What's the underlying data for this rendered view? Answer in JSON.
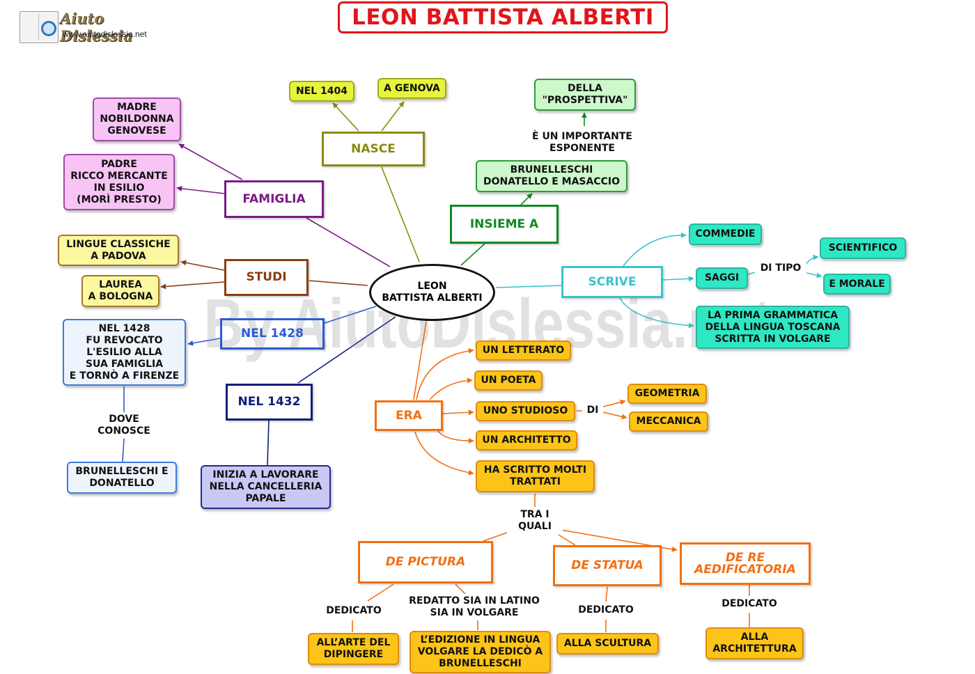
{
  "title": "LEON BATTISTA ALBERTI",
  "logo": {
    "name": "Aiuto Dislessia",
    "url": "www.aiutodislessia.net"
  },
  "watermark": "By AiutoDislessia.net",
  "center": "LEON\nBATTISTA ALBERTI",
  "nasce": {
    "label": "NASCE",
    "year": "NEL 1404",
    "place": "A GENOVA"
  },
  "famiglia": {
    "label": "FAMIGLIA",
    "madre": "MADRE\nNOBILDONNA\nGENOVESE",
    "padre": "PADRE\nRICCO MERCANTE\nIN ESILIO\n(MORÌ PRESTO)"
  },
  "studi": {
    "label": "STUDI",
    "lingue": "LINGUE CLASSICHE\nA PADOVA",
    "laurea": "LAUREA\nA BOLOGNA"
  },
  "nel1428": {
    "label": "NEL 1428",
    "desc": "NEL 1428\nFU REVOCATO\nL'ESILIO ALLA\nSUA FAMIGLIA\nE TORNÒ A FIRENZE",
    "link": "DOVE\nCONOSCE",
    "who": "BRUNELLESCHI E\nDONATELLO"
  },
  "nel1432": {
    "label": "NEL  1432",
    "desc": "INIZIA A LAVORARE\nNELLA CANCELLERIA\nPAPALE"
  },
  "insieme": {
    "label": "INSIEME A",
    "who": "BRUNELLESCHI\nDONATELLO E MASACCIO",
    "link": "È UN IMPORTANTE\nESPONENTE",
    "prospettiva": "DELLA\n\"PROSPETTIVA\""
  },
  "scrive": {
    "label": "SCRIVE",
    "commedie": "COMMEDIE",
    "saggi": "SAGGI",
    "di_tipo": "DI TIPO",
    "scientifico": "SCIENTIFICO",
    "morale": "E MORALE",
    "grammatica": "LA PRIMA GRAMMATICA\nDELLA LINGUA TOSCANA\nSCRITTA IN  VOLGARE"
  },
  "era": {
    "label": "ERA",
    "letterato": "UN LETTERATO",
    "poeta": "UN POETA",
    "studioso": "UNO STUDIOSO",
    "di": "DI",
    "geometria": "GEOMETRIA",
    "meccanica": "MECCANICA",
    "architetto": "UN ARCHITETTO",
    "trattati": "HA SCRITTO MOLTI\nTRATTATI",
    "tra_i_quali": "TRA I\nQUALI"
  },
  "trattati": {
    "pictura": "DE PICTURA",
    "statua": "DE STATUA",
    "aedificatoria": "DE RE\nAEDIFICATORIA",
    "dedicato1": "DEDICATO",
    "redatto": "REDATTO SIA IN LATINO\nSIA IN VOLGARE",
    "dedicato2": "DEDICATO",
    "dedicato3": "DEDICATO",
    "arte": "ALL’ARTE DEL\nDIPINGERE",
    "edizione": "L’EDIZIONE IN LINGUA\nVOLGARE LA DEDICÒ A\nBRUNELLESCHI",
    "scultura": "ALLA SCULTURA",
    "architettura": "ALLA\nARCHITETTURA"
  },
  "colors": {
    "title": "#e3141a",
    "nasce": "#8a8a10",
    "famiglia": "#7b1a86",
    "studi": "#8b3c12",
    "nel1428": "#2b5ad6",
    "nel1432": "#0e1e7a",
    "insieme": "#0f8a1f",
    "scrive": "#37c4cc",
    "era": "#f26f12"
  }
}
